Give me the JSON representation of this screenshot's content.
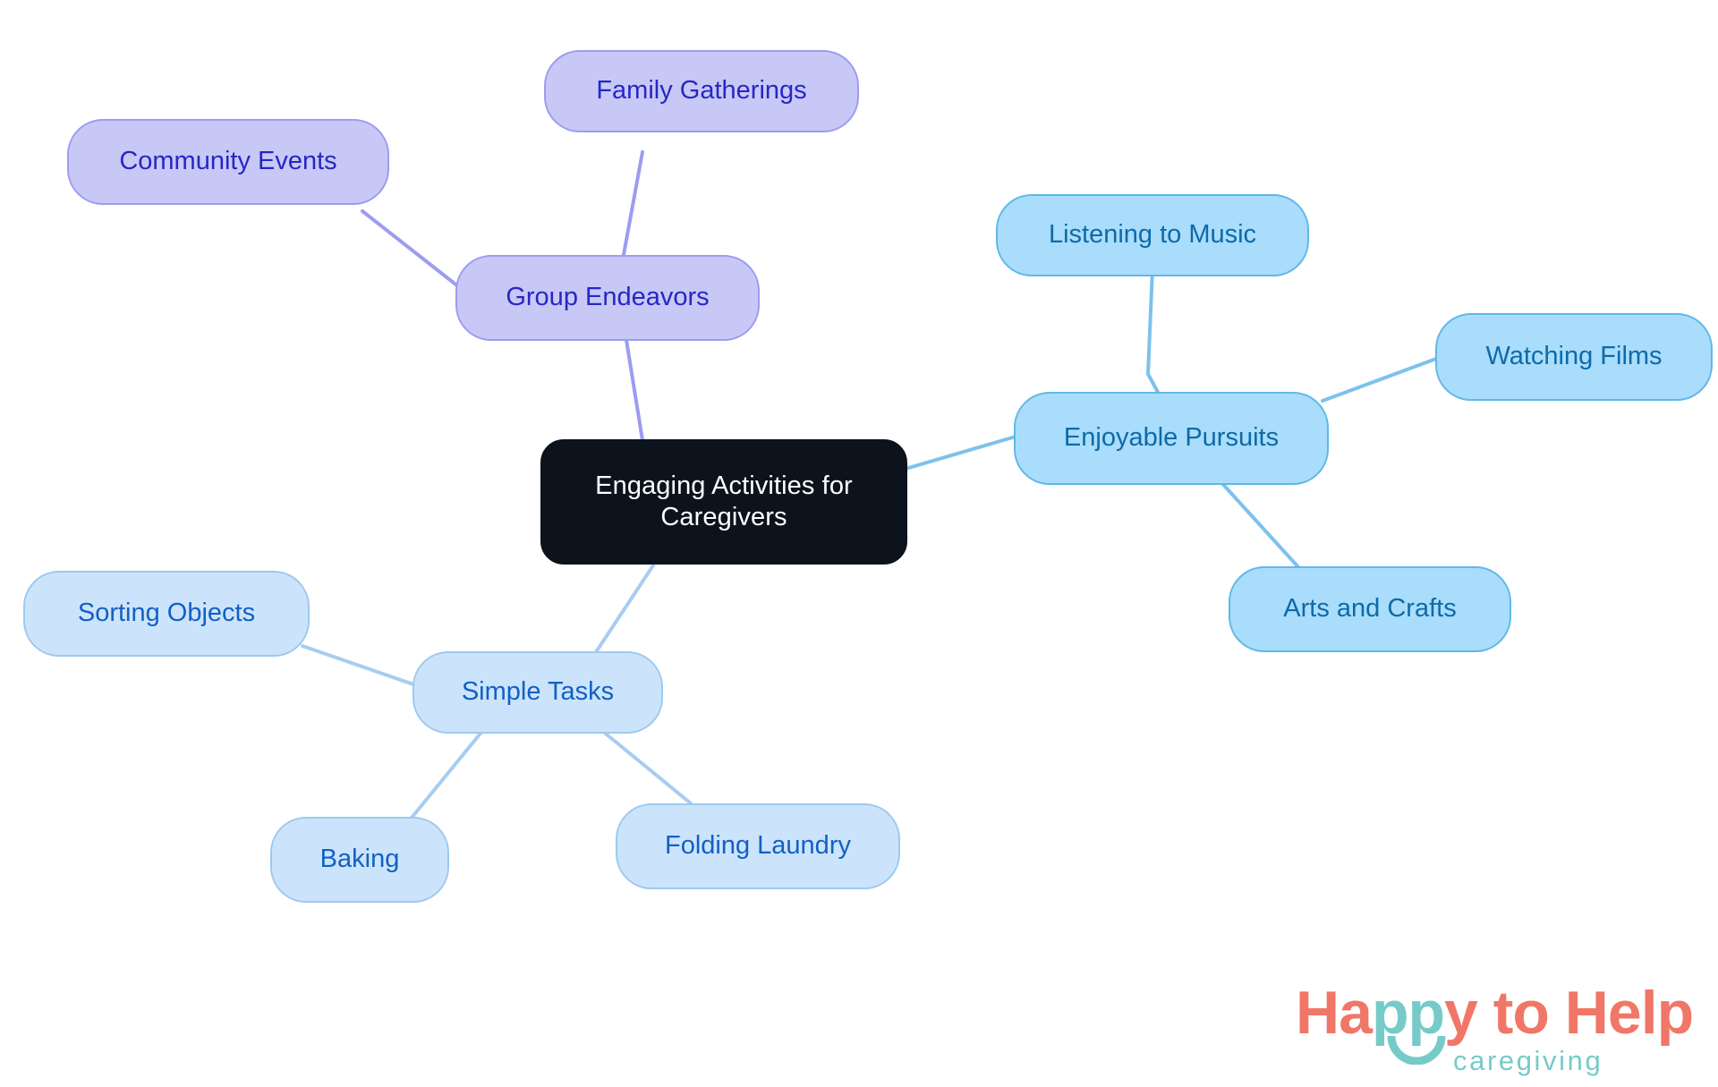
{
  "diagram": {
    "type": "mindmap",
    "title": "Engaging Activities for Caregivers",
    "background_color": "#ffffff",
    "root": {
      "id": "root",
      "label": "Engaging Activities for\nCaregivers",
      "fill": "#0d131c",
      "text_color": "#ffffff"
    },
    "branches": [
      {
        "id": "group-endeavors",
        "label": "Group Endeavors",
        "fill": "#c8c8f7",
        "stroke": "#9c9cf0",
        "text_color": "#2727c4",
        "children": [
          {
            "id": "community-events",
            "label": "Community Events"
          },
          {
            "id": "family-gatherings",
            "label": "Family Gatherings"
          }
        ]
      },
      {
        "id": "enjoyable-pursuits",
        "label": "Enjoyable Pursuits",
        "fill": "#a9ddfb",
        "stroke": "#5fb8e8",
        "text_color": "#0e6aa8",
        "children": [
          {
            "id": "listening-to-music",
            "label": "Listening to Music"
          },
          {
            "id": "watching-films",
            "label": "Watching Films"
          },
          {
            "id": "arts-and-crafts",
            "label": "Arts and Crafts"
          }
        ]
      },
      {
        "id": "simple-tasks",
        "label": "Simple Tasks",
        "fill": "#cce4fb",
        "stroke": "#9ec9ef",
        "text_color": "#1260c4",
        "children": [
          {
            "id": "sorting-objects",
            "label": "Sorting Objects"
          },
          {
            "id": "baking",
            "label": "Baking"
          },
          {
            "id": "folding-laundry",
            "label": "Folding Laundry"
          }
        ]
      }
    ],
    "edge_colors": {
      "purple": "#9c9cf0",
      "blue": "#7cc2ec",
      "lightblue": "#a7cdf0"
    }
  },
  "logo": {
    "word_happy_part1": "Ha",
    "word_happy_pp": "pp",
    "word_happy_part2": "y to Help",
    "tagline": "caregiving",
    "primary_color": "#f07767",
    "accent_color": "#76cbc9"
  }
}
